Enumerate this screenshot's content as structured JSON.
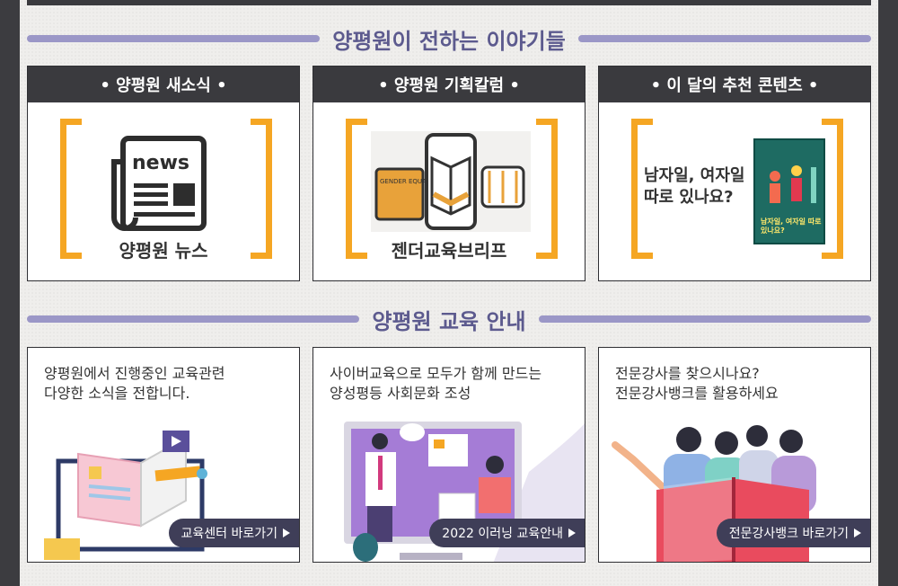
{
  "section1": {
    "title": "양평원이 전하는 이야기들"
  },
  "cards": [
    {
      "header": "• 양평원 새소식 •",
      "caption": "양평원 뉴스",
      "icon": "newspaper-icon",
      "news_word": "news"
    },
    {
      "header": "• 양평원 기획칼럼 •",
      "caption": "젠더교육브리프",
      "icon": "book-phone-icon",
      "book_label": "GENDER EQUALITY"
    },
    {
      "header": "• 이 달의 추천 콘텐츠 •",
      "caption_line1": "남자일, 여자일",
      "caption_line2": "따로 있나요?",
      "cover_title": "남자일, 여자일 따로 있나요?"
    }
  ],
  "section2": {
    "title": "양평원 교육 안내"
  },
  "edu": [
    {
      "line1": "양평원에서 진행중인 교육관련",
      "line2": "다양한 소식을 전합니다.",
      "button": "교육센터 바로가기"
    },
    {
      "line1": "사이버교육으로 모두가 함께 만드는",
      "line2": "양성평등 사회문화 조성",
      "button": "2022 이러닝 교육안내"
    },
    {
      "line1": "전문강사를 찾으시나요?",
      "line2": "전문강사뱅크를 활용하세요",
      "button": "전문강사뱅크 바로가기"
    }
  ],
  "colors": {
    "accent": "#f5a623",
    "purple": "#9b97c7",
    "dark": "#3a3a3e"
  }
}
